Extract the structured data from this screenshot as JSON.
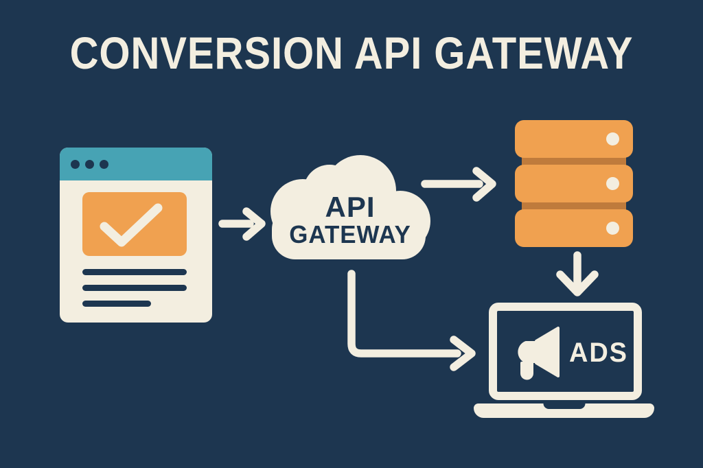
{
  "title": "CONVERSION API GATEWAY",
  "colors": {
    "background": "#1d3650",
    "cream": "#f3eee0",
    "teal": "#47a3b4",
    "orange": "#f0a150",
    "orange-dark": "#bf7b3c",
    "ink": "#1d3650"
  },
  "diagram": {
    "gateway": {
      "line1": "API",
      "line2": "GATEWAY"
    },
    "ads": {
      "label": "ADS"
    },
    "icons": [
      {
        "name": "browser-window-icon",
        "meaning": "website page (conversion source)"
      },
      {
        "name": "checkmark-icon",
        "glyph": "✓"
      },
      {
        "name": "cloud-icon",
        "meaning": "API gateway cloud"
      },
      {
        "name": "database-stack-icon",
        "meaning": "server / database stack"
      },
      {
        "name": "laptop-icon",
        "meaning": "ads platform device"
      },
      {
        "name": "megaphone-icon",
        "meaning": "advertising"
      },
      {
        "name": "arrow-right-icon",
        "meaning": "data flow right",
        "count": 2
      },
      {
        "name": "arrow-down-icon",
        "meaning": "data flow down",
        "count": 1
      },
      {
        "name": "arrow-elbow-icon",
        "meaning": "data flow down then right",
        "count": 1
      }
    ],
    "flows": [
      "website → api-gateway",
      "api-gateway → database-stack",
      "database-stack → ads-laptop",
      "api-gateway → ads-laptop"
    ]
  }
}
